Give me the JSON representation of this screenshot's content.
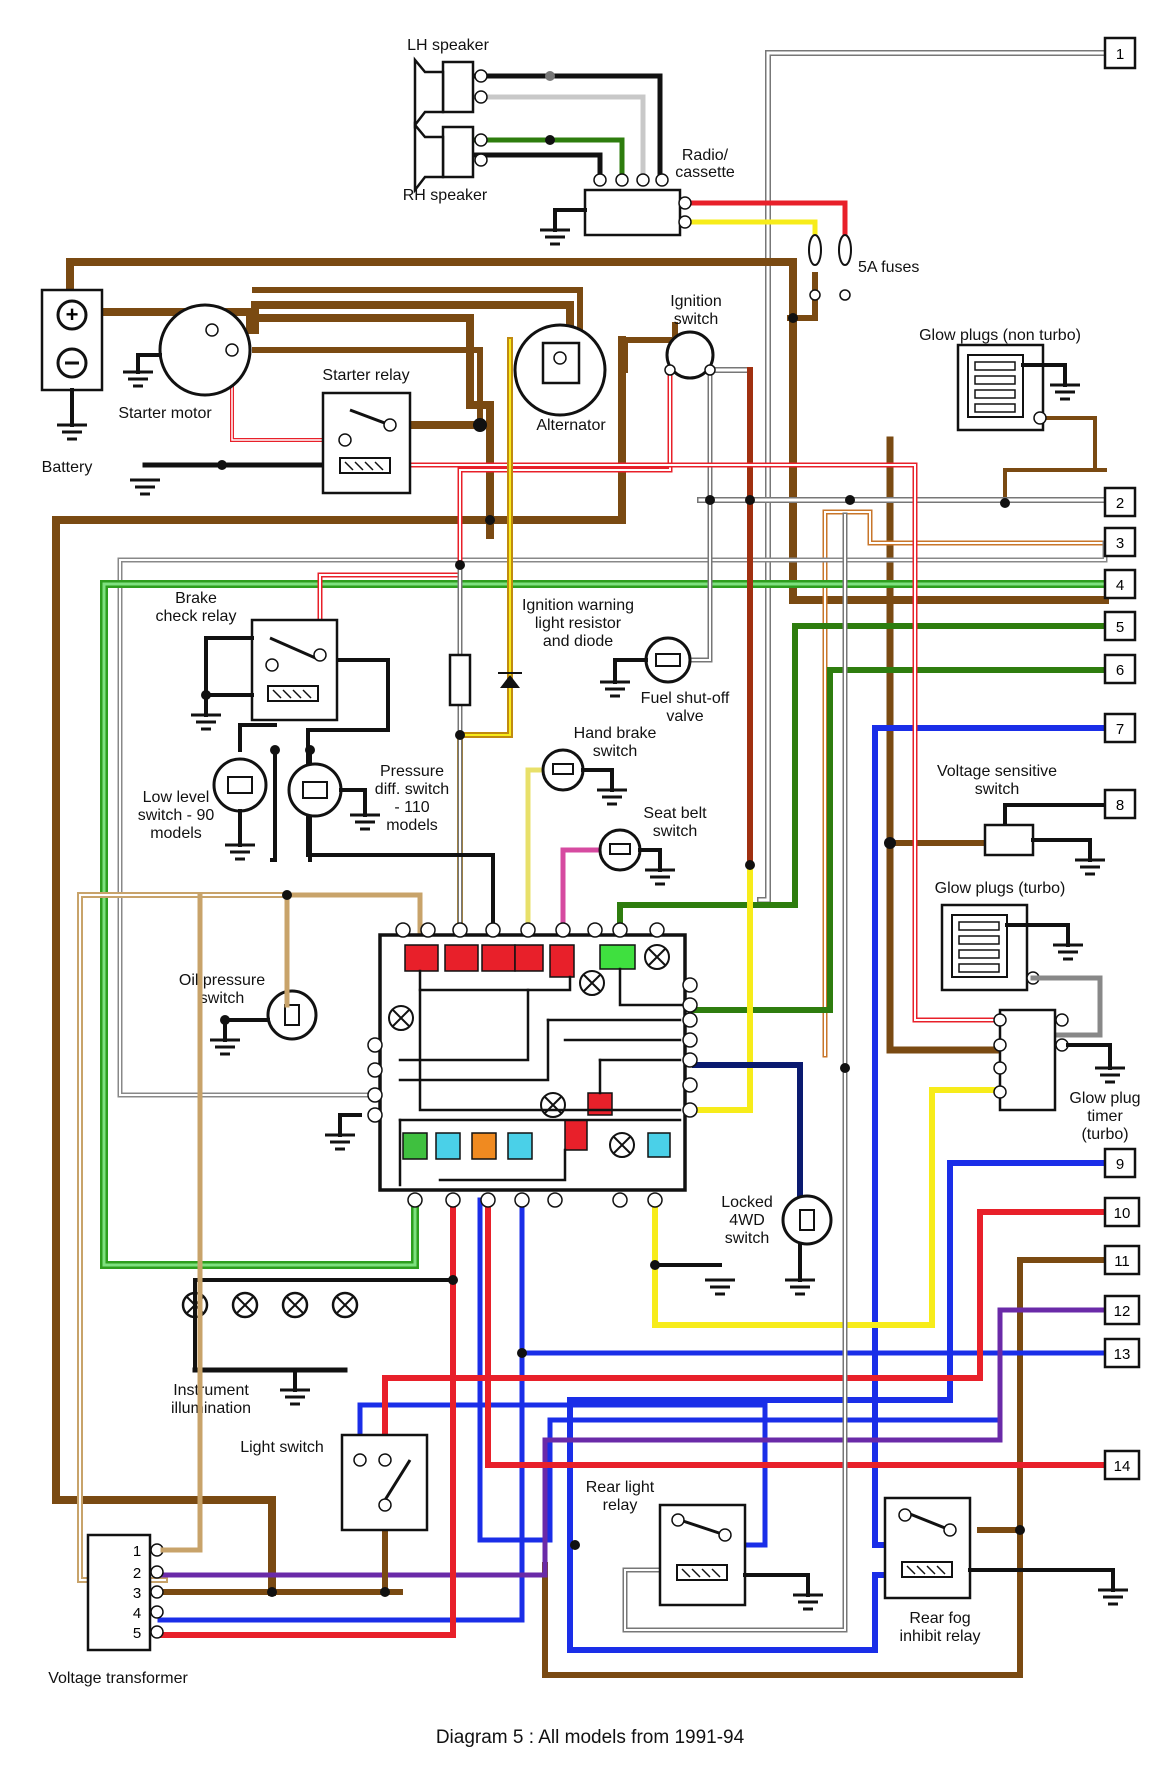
{
  "title": "Diagram 5 : All models from 1991-94",
  "components": {
    "lh_speaker": "LH speaker",
    "rh_speaker": "RH speaker",
    "radio": [
      "Radio/",
      "cassette"
    ],
    "fuses": "5A fuses",
    "ignition_switch": [
      "Ignition",
      "switch"
    ],
    "glow_plugs_non_turbo": "Glow plugs (non turbo)",
    "starter_relay": "Starter relay",
    "starter_motor": "Starter motor",
    "alternator": "Alternator",
    "battery": "Battery",
    "brake_check_relay": [
      "Brake",
      "check relay"
    ],
    "ignition_warning": [
      "Ignition warning",
      "light resistor",
      "and diode"
    ],
    "fuel_shutoff": [
      "Fuel shut-off",
      "valve"
    ],
    "hand_brake": [
      "Hand brake",
      "switch"
    ],
    "low_level_switch": [
      "Low level",
      "switch - 90",
      "models"
    ],
    "pressure_diff_switch": [
      "Pressure",
      "diff. switch",
      "- 110",
      "models"
    ],
    "seat_belt": [
      "Seat belt",
      "switch"
    ],
    "voltage_sensitive": [
      "Voltage sensitive",
      "switch"
    ],
    "glow_plugs_turbo": "Glow plugs (turbo)",
    "oil_pressure": [
      "Oil pressure",
      "switch"
    ],
    "glow_plug_timer": [
      "Glow plug",
      "timer",
      "(turbo)"
    ],
    "locked_4wd": [
      "Locked",
      "4WD",
      "switch"
    ],
    "instrument_illumination": [
      "Instrument",
      "illumination"
    ],
    "light_switch": "Light switch",
    "rear_light_relay": [
      "Rear light",
      "relay"
    ],
    "rear_fog_relay": [
      "Rear fog",
      "inhibit relay"
    ],
    "voltage_transformer": "Voltage transformer"
  },
  "connectors": [
    "1",
    "2",
    "3",
    "4",
    "5",
    "6",
    "7",
    "8",
    "9",
    "10",
    "11",
    "12",
    "13",
    "14"
  ],
  "transformer_pins": [
    "1",
    "2",
    "3",
    "4",
    "5"
  ],
  "colors": {
    "brown": "#7a4a12",
    "black": "#111111",
    "green": "#2e7d0e",
    "light_green": "#5fd35f",
    "red": "#e8202a",
    "yellow": "#f7ec1a",
    "blue": "#1a2ee8",
    "navy": "#0a1a70",
    "purple": "#6a2aa8",
    "grey": "#b8b8b8",
    "pink": "#d64aa0"
  }
}
